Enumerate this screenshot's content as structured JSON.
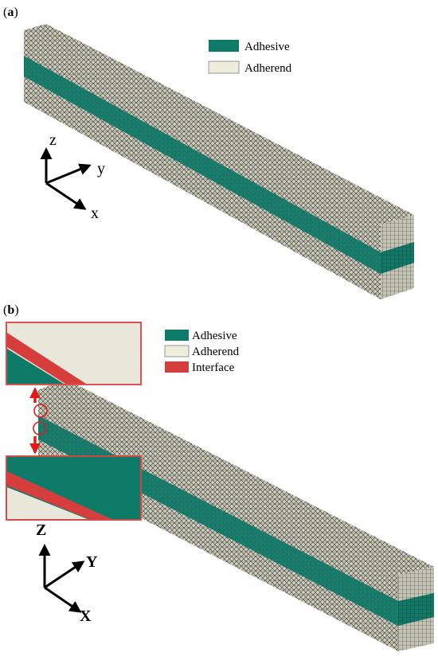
{
  "panel_a": {
    "label_open": "(",
    "label_letter": "a",
    "label_close": ")",
    "legend": [
      {
        "label": "Adhesive",
        "color": "#0e7a68"
      },
      {
        "label": "Adherend",
        "color": "#efeedd"
      }
    ],
    "axes": {
      "z": "z",
      "y": "y",
      "x": "x"
    }
  },
  "panel_b": {
    "label_open": "(",
    "label_letter": "b",
    "label_close": ")",
    "legend": [
      {
        "label": "Adhesive",
        "color": "#0e7a68"
      },
      {
        "label": "Adherend",
        "color": "#efeedd"
      },
      {
        "label": "Interface",
        "color": "#d63d3d"
      }
    ],
    "axes": {
      "z": "Z",
      "y": "Y",
      "x": "X"
    }
  },
  "colors": {
    "mesh": "#d0d0c2",
    "mesh_line": "#2e2e28",
    "adhesive": "#0e7a68",
    "interface": "#d63d3d",
    "adherend": "#efeedd"
  }
}
